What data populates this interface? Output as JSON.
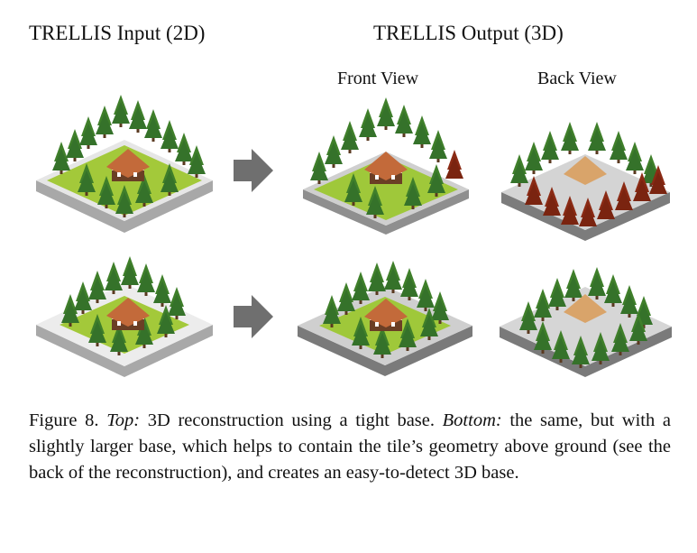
{
  "figure": {
    "header_input": "TRELLIS Input (2D)",
    "header_output": "TRELLIS Output (3D)",
    "sub_front": "Front View",
    "sub_back": "Back View",
    "caption": {
      "label": "Figure 8.",
      "top_label": "Top:",
      "top_text": "3D reconstruction using a tight base.",
      "bottom_label": "Bottom:",
      "bottom_text": "the same, but with a slightly larger base, which helps to contain the tile’s geometry above ground (see the back of the reconstruction), and creates an easy-to-detect 3D base."
    }
  },
  "colors": {
    "tree_green": "#3f7f2a",
    "tree_dark": "#2a5a1a",
    "tree_red": "#8a2a14",
    "grass": "#a3c93a",
    "roof": "#c36a3a",
    "roof_back": "#d9a46a",
    "base_top": "#e6e6e6",
    "base_side": "#a8a8a8",
    "arrow": "#6f6f6f"
  },
  "icons": [
    "arrow-right-icon"
  ]
}
